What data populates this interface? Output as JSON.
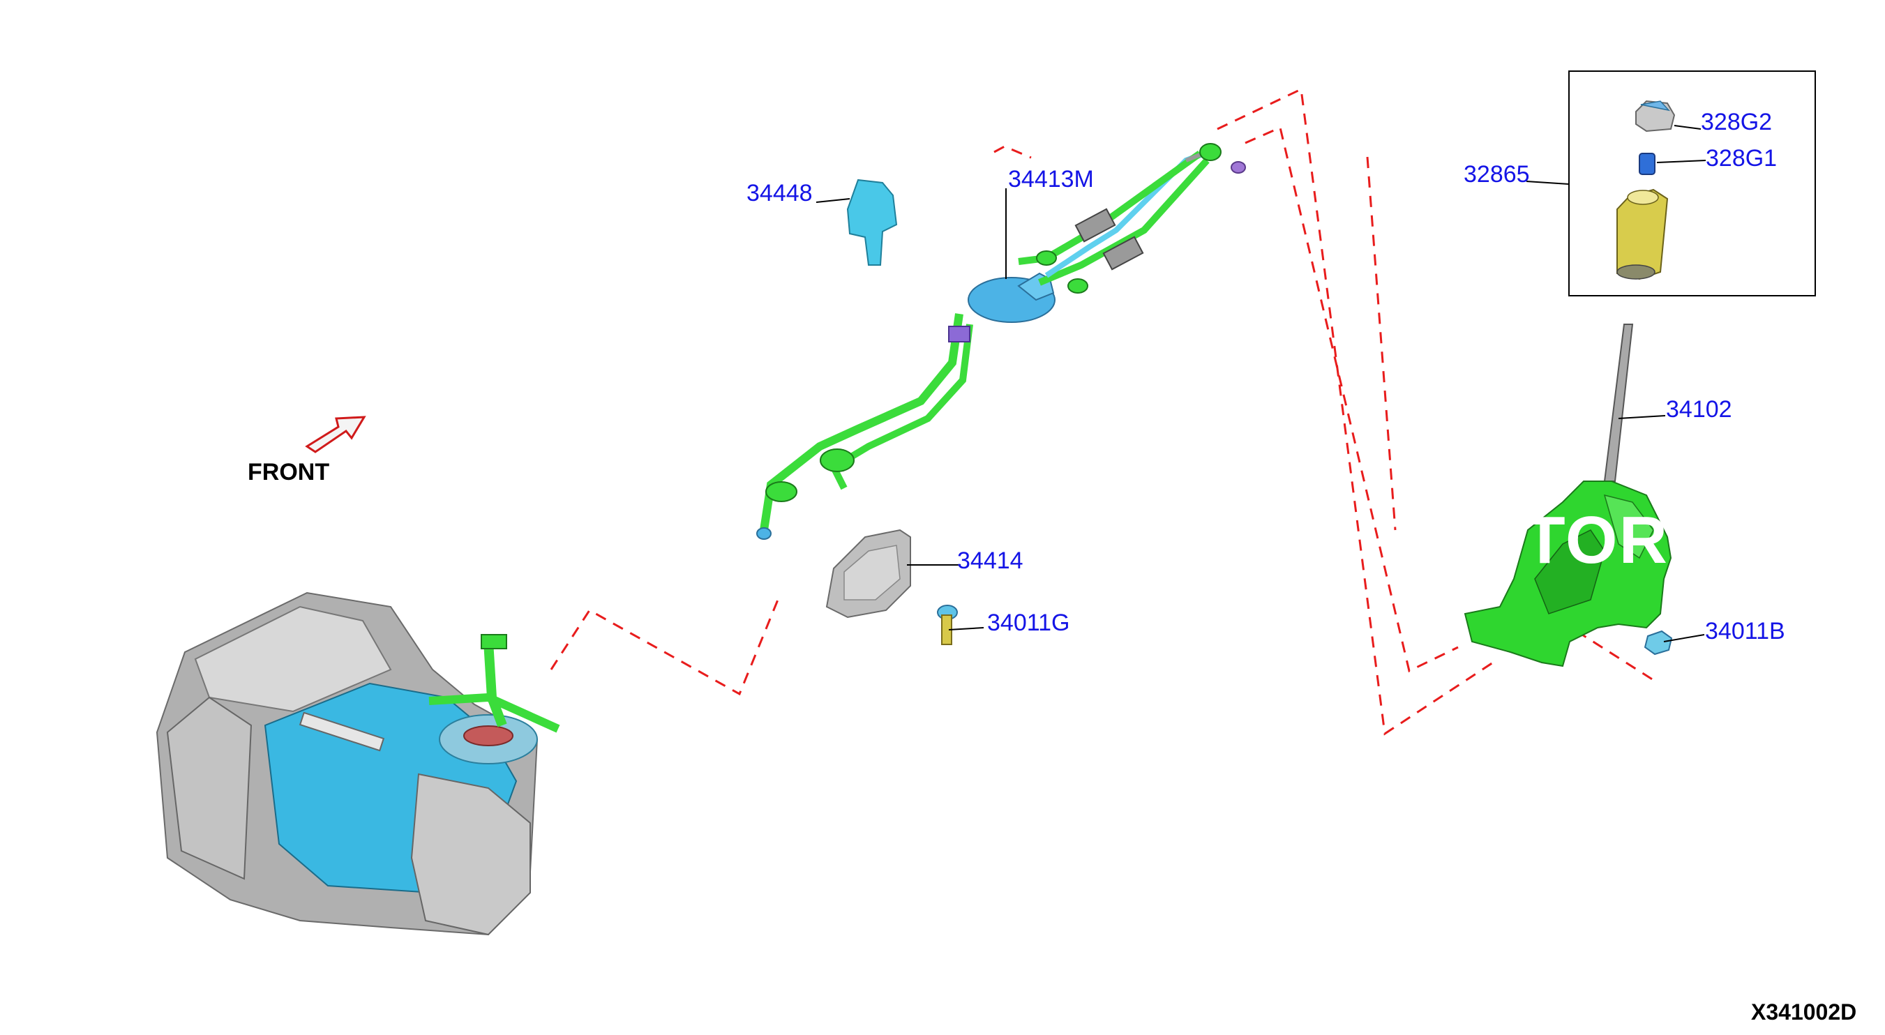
{
  "diagram": {
    "code": "X341002D",
    "front_label": "FRONT",
    "watermark": "TORE",
    "parts": [
      {
        "id": "34448",
        "text": "34448"
      },
      {
        "id": "34413M",
        "text": "34413M"
      },
      {
        "id": "34414",
        "text": "34414"
      },
      {
        "id": "34011G",
        "text": "34011G"
      },
      {
        "id": "32865",
        "text": "32865"
      },
      {
        "id": "328G2",
        "text": "328G2"
      },
      {
        "id": "328G1",
        "text": "328G1"
      },
      {
        "id": "34102",
        "text": "34102"
      },
      {
        "id": "34011B",
        "text": "34011B"
      }
    ],
    "colors": {
      "label_blue": "#1414e6",
      "guide_red": "#e81c1c",
      "cable_green": "#3bdc3b",
      "housing_cyan": "#38b7e0",
      "bracket_green": "#2fd62f",
      "knob_yellow": "#d8c94a",
      "metal_gray": "#b9b9b9"
    }
  }
}
